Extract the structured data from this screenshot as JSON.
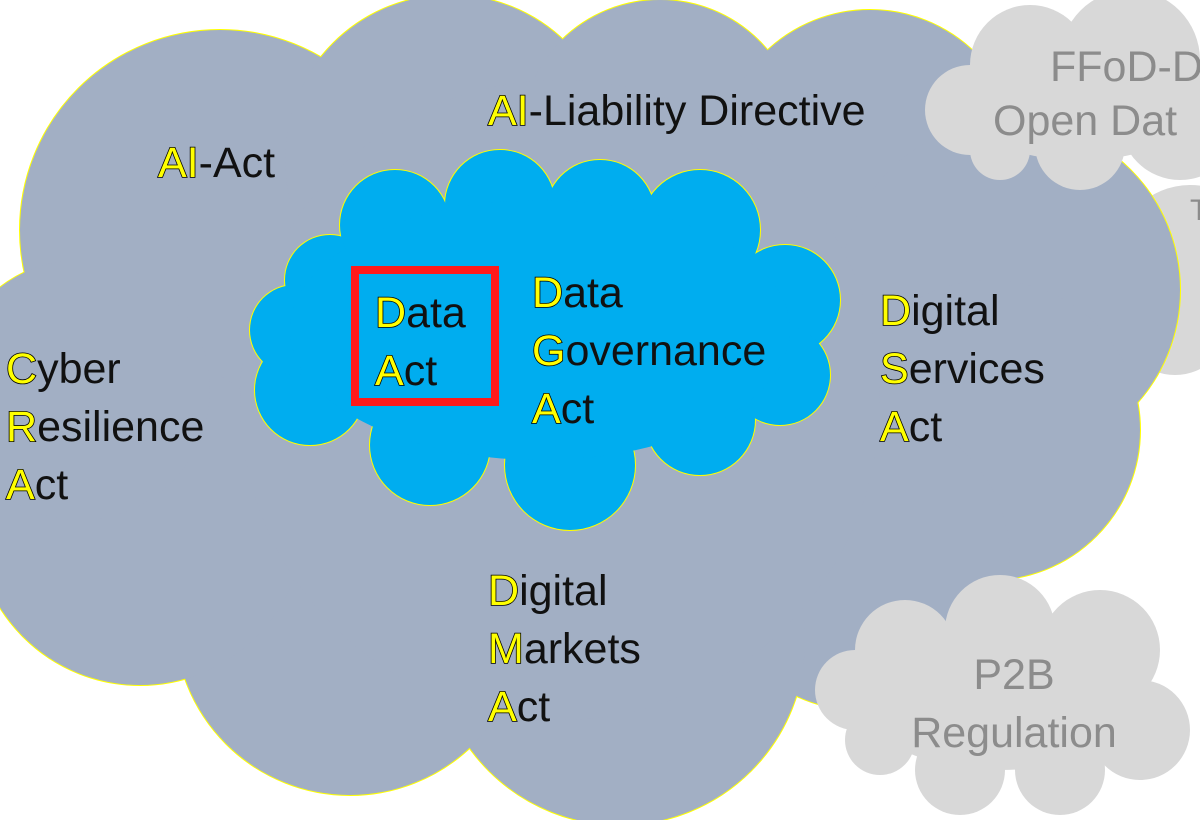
{
  "colors": {
    "outer_cloud": "#a2afc4",
    "inner_cloud": "#00adef",
    "side_cloud": "#d8d8d8",
    "outline": "#ffff00",
    "highlight_letter": "#ffff00",
    "box": "#ff1a1a"
  },
  "labels": {
    "ai_act": {
      "hl": "AI",
      "rest": "-Act"
    },
    "ai_liability": {
      "hl": "AI",
      "rest": "-Liability Directive"
    },
    "cra": [
      {
        "hl": "C",
        "rest": "yber"
      },
      {
        "hl": "R",
        "rest": "esilience"
      },
      {
        "hl": "A",
        "rest": "ct"
      }
    ],
    "data_act": [
      {
        "hl": "D",
        "rest": "ata"
      },
      {
        "hl": "A",
        "rest": "ct"
      }
    ],
    "dga": [
      {
        "hl": "D",
        "rest": "ata"
      },
      {
        "hl": "G",
        "rest": "overnance"
      },
      {
        "hl": "A",
        "rest": "ct"
      }
    ],
    "dsa": [
      {
        "hl": "D",
        "rest": "igital"
      },
      {
        "hl": "S",
        "rest": "ervices"
      },
      {
        "hl": "A",
        "rest": "ct"
      }
    ],
    "dma": [
      {
        "hl": "D",
        "rest": "igital"
      },
      {
        "hl": "M",
        "rest": "arkets"
      },
      {
        "hl": "A",
        "rest": "ct"
      }
    ],
    "ffod": [
      "FFoD-D",
      "Open Dat"
    ],
    "p2b": [
      "P2B",
      "Regulation"
    ],
    "right_partial": "T"
  }
}
